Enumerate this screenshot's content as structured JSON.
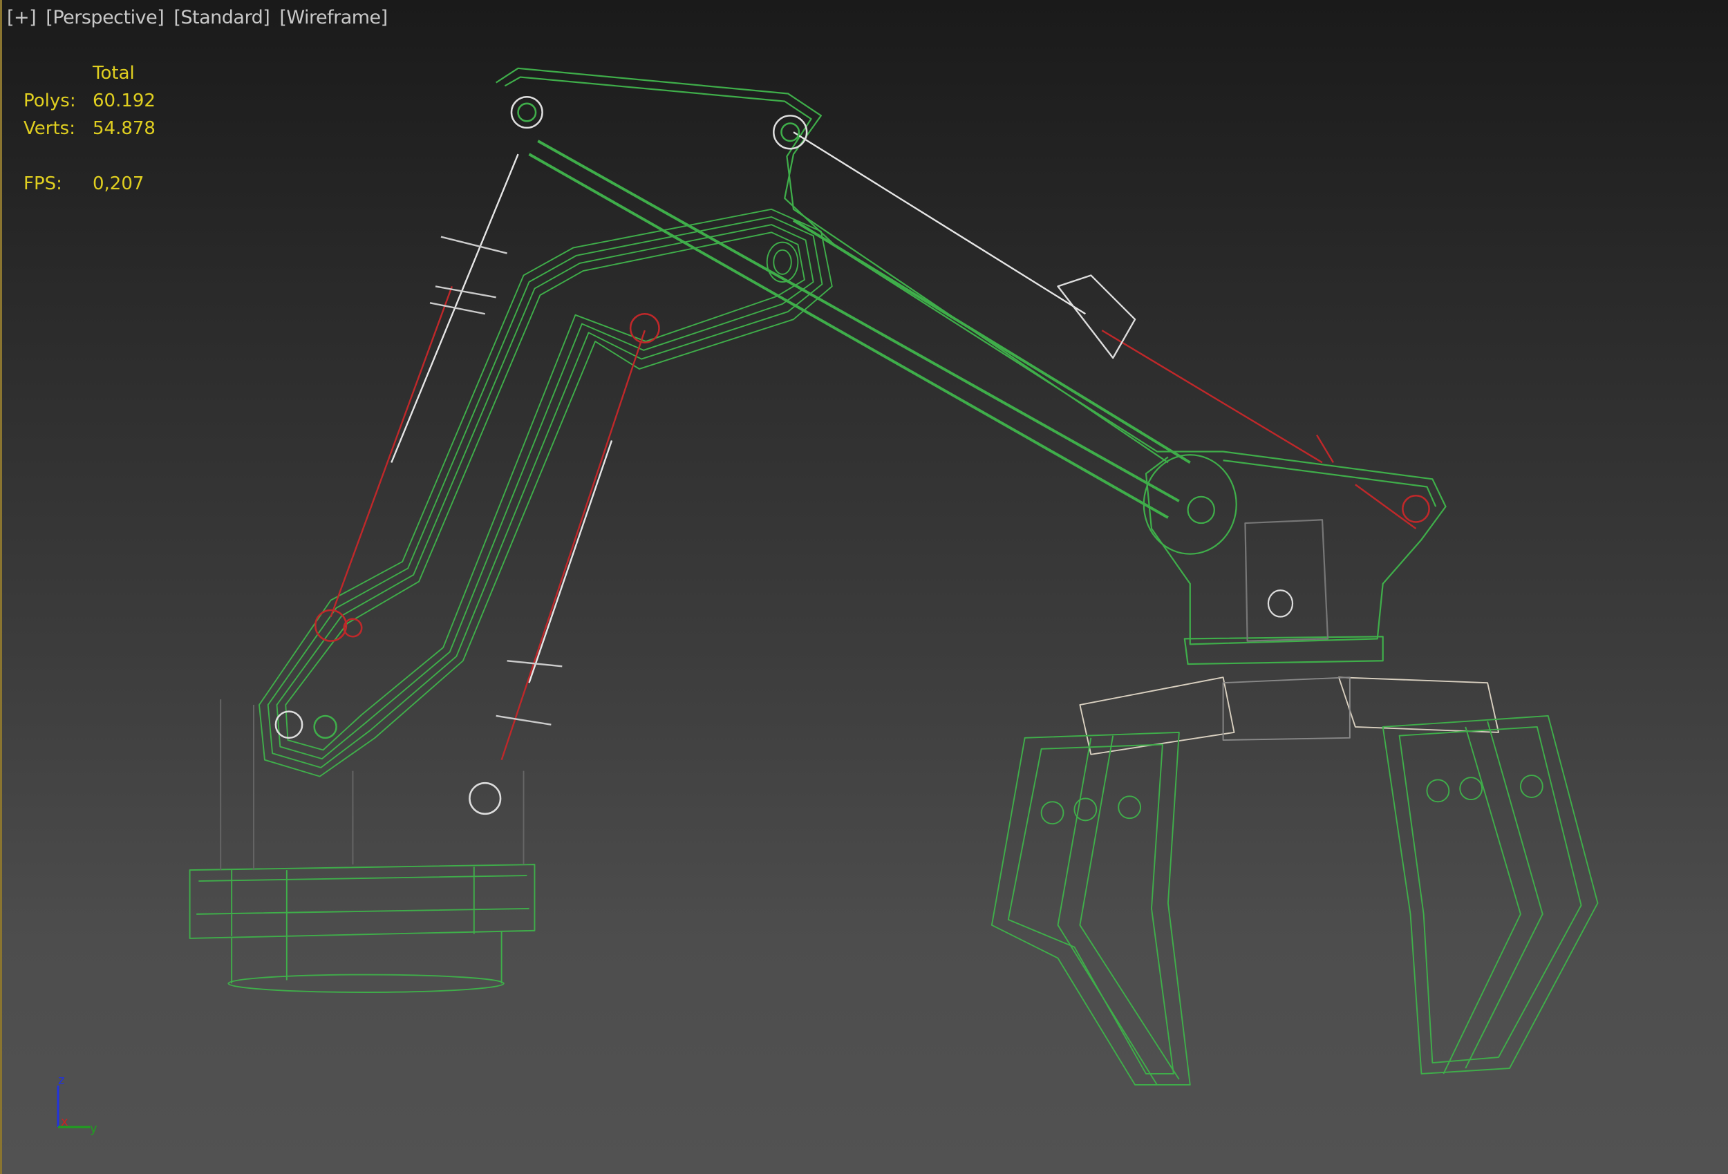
{
  "viewport": {
    "labels": [
      "[+]",
      "[Perspective]",
      "[Standard]",
      "[Wireframe]"
    ],
    "stats": {
      "header": "Total",
      "rows": [
        {
          "key": "Polys:",
          "value": "60.192"
        },
        {
          "key": "Verts:",
          "value": "54.878"
        }
      ],
      "fps_key": "FPS:",
      "fps_value": "0,207"
    },
    "gizmo": {
      "z": "z",
      "x": "x",
      "y": "y"
    },
    "colors": {
      "wire": "#3fae4a",
      "highlight": "#c0282a",
      "helper": "#e6e6e6",
      "stats": "#e0cf20",
      "axis_x": "#cc2222",
      "axis_y": "#1fa01f",
      "axis_z": "#2233dd"
    }
  }
}
